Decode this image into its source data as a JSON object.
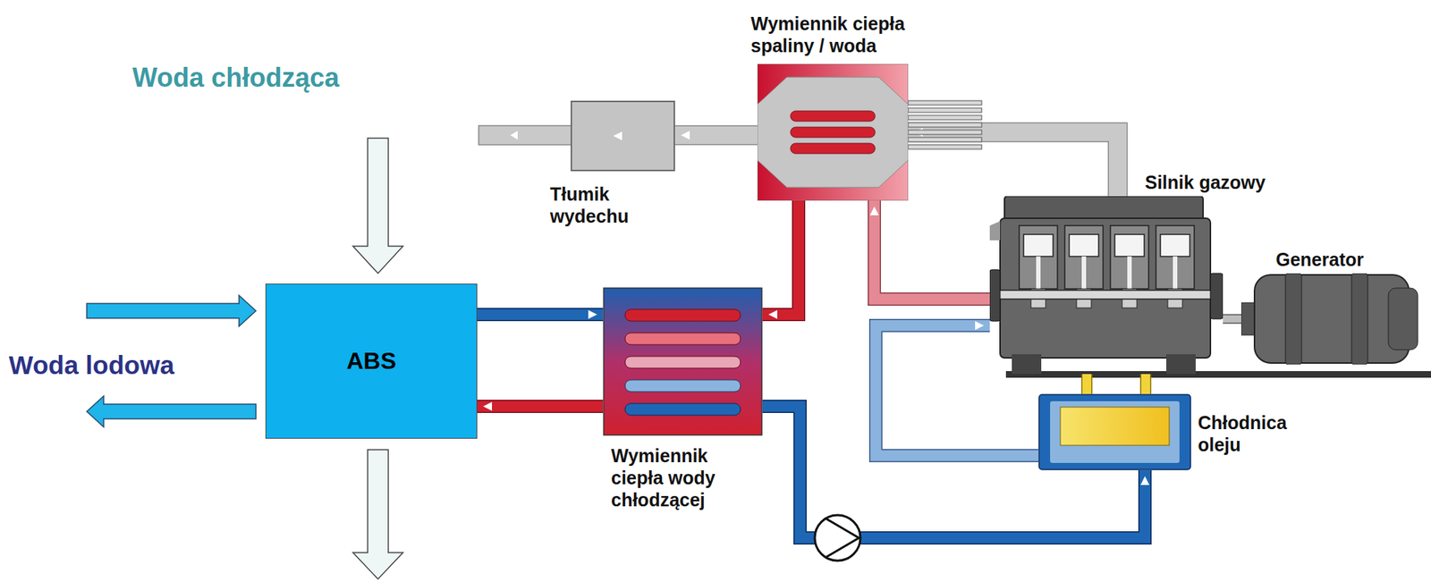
{
  "diagram": {
    "nodes": [
      {
        "text": [
          "ABS"
        ]
      },
      {
        "text": [
          "Wymiennik ciepła spaliny / woda"
        ]
      },
      {
        "text": [
          "Tłumik wydechu"
        ]
      },
      {
        "text": [
          "Silnik gazowy"
        ]
      },
      {
        "text": [
          "Generator"
        ]
      },
      {
        "text": [
          "Wymiennik ciepła wody chłodzącej"
        ]
      },
      {
        "text": [
          "Chłodnica oleju"
        ]
      }
    ],
    "edges": [
      {
        "from": 3,
        "to": 1,
        "arrow": "to"
      },
      {
        "from": 1,
        "to": 2,
        "arrow": "to"
      },
      {
        "from": 1,
        "to": 5,
        "arrow": "to"
      },
      {
        "from": 5,
        "to": 0,
        "arrow": "to"
      },
      {
        "from": 0,
        "to": 5,
        "arrow": "to"
      },
      {
        "from": 5,
        "to": 6,
        "arrow": "to"
      },
      {
        "from": 6,
        "to": 3,
        "arrow": "to"
      },
      {
        "from": 3,
        "to": 1,
        "arrow": "to"
      },
      {
        "from": 3,
        "to": 6,
        "arrow": "none"
      },
      {
        "from": 3,
        "to": 6,
        "arrow": "none"
      },
      {
        "from": 3,
        "to": 4,
        "arrow": "none"
      }
    ],
    "labels": [
      "Woda chłodząca",
      "Woda lodowa"
    ]
  }
}
